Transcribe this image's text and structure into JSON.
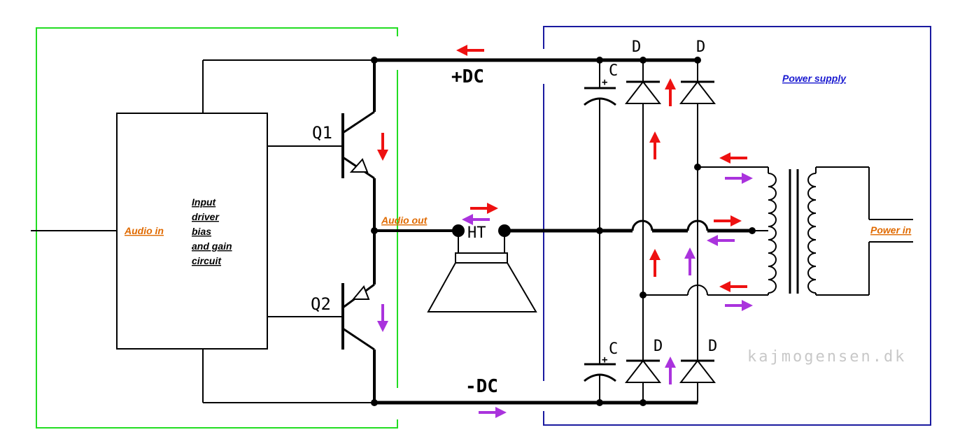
{
  "colors": {
    "amplifier_box": "#22dd22",
    "power_box": "#1a1aa0",
    "wire": "#000000",
    "arrow_red": "#ee1111",
    "arrow_purple": "#aa33dd",
    "label_orange": "#e06a00",
    "label_blue": "#1a1ad0",
    "watermark": "#c8c8c8"
  },
  "labels": {
    "q1": "Q1",
    "q2": "Q2",
    "plus_dc": "+DC",
    "minus_dc": "-DC",
    "ht": "HT",
    "cap_top": "C",
    "cap_bottom": "C",
    "plus_sign_top": "+",
    "plus_sign_bottom": "+",
    "diode_top_left": "D",
    "diode_top_right": "D",
    "diode_bottom_left": "D",
    "diode_bottom_right": "D",
    "audio_in": "Audio in",
    "audio_out": "Audio out",
    "power_in": "Power in",
    "power_supply": "Power supply",
    "watermark": "kajmogensen.dk"
  },
  "circuit_block_lines": [
    "Input",
    "driver",
    "bias",
    "and gain",
    "circuit"
  ]
}
